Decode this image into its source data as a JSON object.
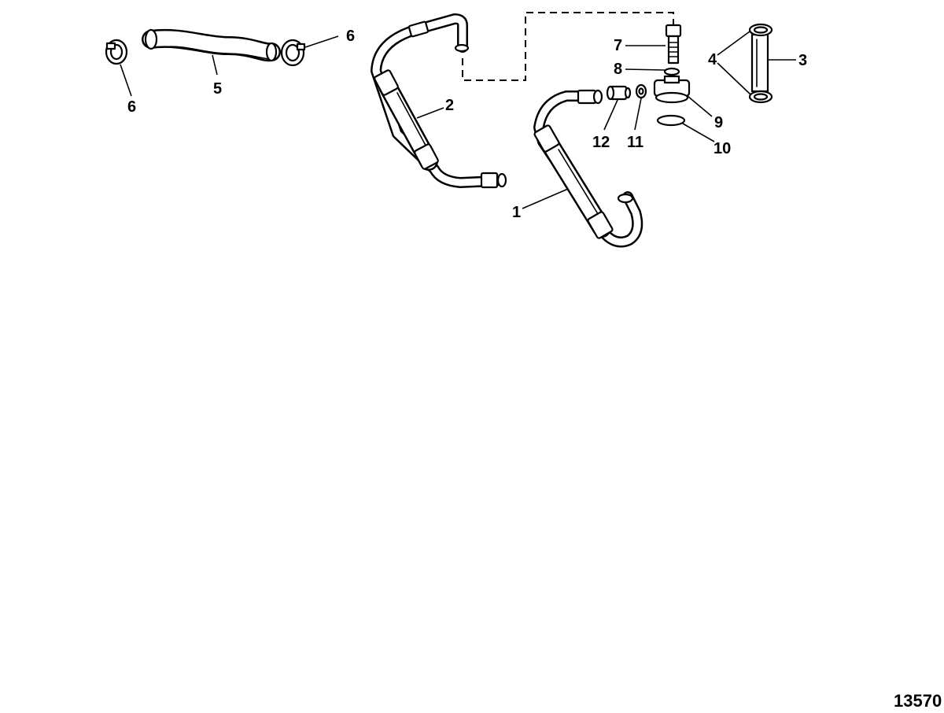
{
  "callouts": {
    "c1": "1",
    "c2": "2",
    "c3": "3",
    "c4": "4",
    "c5": "5",
    "c6_left": "6",
    "c6_right": "6",
    "c7": "7",
    "c8": "8",
    "c9": "9",
    "c10": "10",
    "c11": "11",
    "c12": "12"
  },
  "figure_number": "13570"
}
